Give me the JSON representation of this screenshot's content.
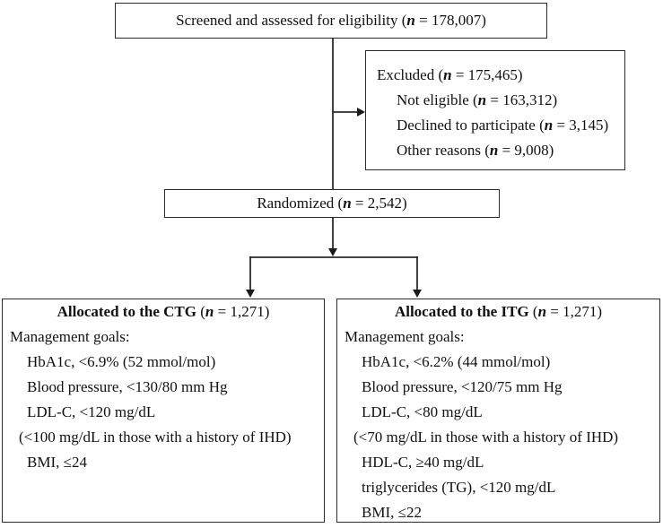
{
  "colors": {
    "line": "#2b2b2b",
    "text": "#111111",
    "background": "#ffffff"
  },
  "flowchart": {
    "screened": {
      "pre": "Screened and assessed for eligibility (",
      "n": "n",
      "post": " = 178,007)"
    },
    "excluded": {
      "title": {
        "pre": "Excluded (",
        "n": "n",
        "post": " = 175,465)"
      },
      "items": [
        {
          "pre": "Not eligible (",
          "n": "n",
          "post": " = 163,312)"
        },
        {
          "pre": "Declined to participate (",
          "n": "n",
          "post": " = 3,145)"
        },
        {
          "pre": "Other reasons (",
          "n": "n",
          "post": " = 9,008)"
        }
      ]
    },
    "randomized": {
      "pre": "Randomized (",
      "n": "n",
      "post": " = 2,542)"
    },
    "ctg": {
      "title": {
        "bold": "Allocated to the CTG ",
        "pre": "(",
        "n": "n",
        "post": " = 1,271)"
      },
      "subtitle": "Management goals:",
      "goals": [
        "HbA1c, <6.9% (52 mmol/mol)",
        "Blood pressure, <130/80 mm Hg",
        "LDL-C, <120 mg/dL",
        "(<100 mg/dL in those with a history of IHD)",
        "BMI, ≤24"
      ]
    },
    "itg": {
      "title": {
        "bold": "Allocated to the ITG ",
        "pre": "(",
        "n": "n",
        "post": " = 1,271)"
      },
      "subtitle": "Management goals:",
      "goals": [
        "HbA1c, <6.2% (44 mmol/mol)",
        "Blood pressure, <120/75 mm Hg",
        "LDL-C, <80 mg/dL",
        "(<70 mg/dL in those with a history of IHD)",
        "HDL-C, ≥40 mg/dL",
        "triglycerides (TG), <120 mg/dL",
        "BMI, ≤22"
      ]
    }
  }
}
